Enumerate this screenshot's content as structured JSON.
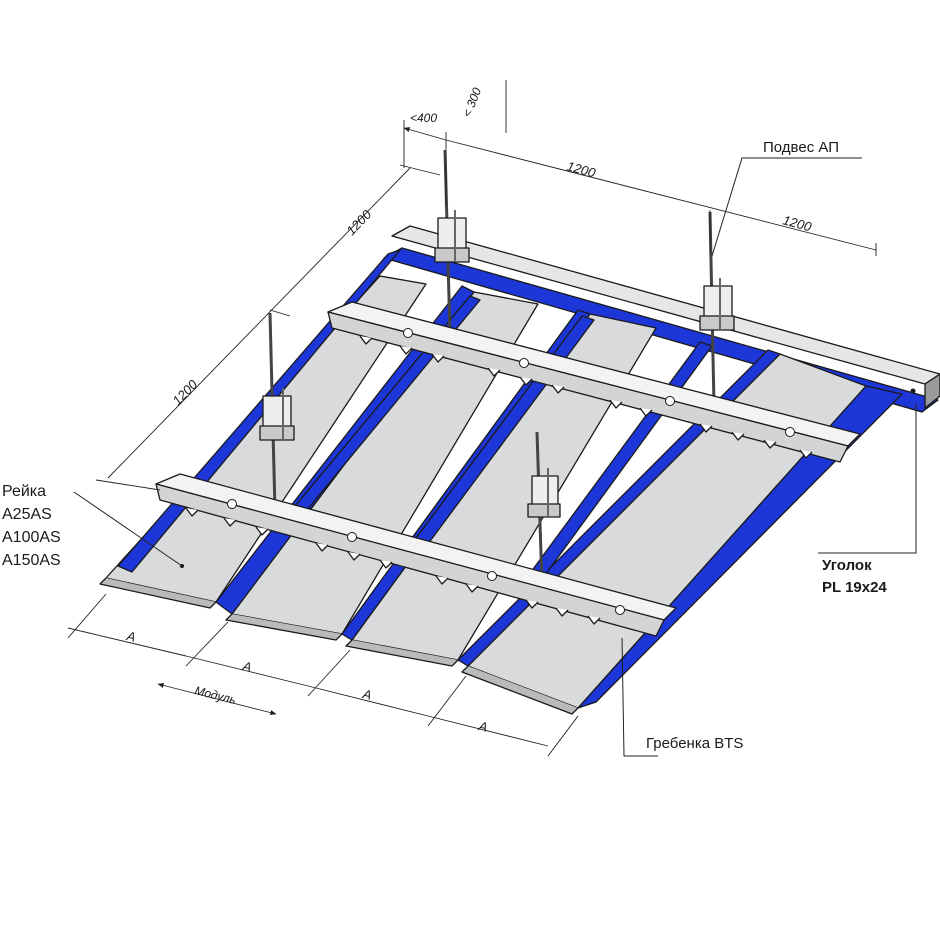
{
  "labels": {
    "hanger": "Подвес АП",
    "panel_title": "Рейка",
    "panel_models": [
      "A25AS",
      "A100AS",
      "A150AS"
    ],
    "angle_title": "Уголок",
    "angle_model": "PL 19x24",
    "carrier": "Гребенка BTS"
  },
  "dimensions": {
    "offset_400": "<400",
    "offset_300": "< 300",
    "span_top": "1200",
    "span_right": "1200",
    "span_left_upper": "1200",
    "span_left_lower": "1200",
    "a1": "A",
    "a2": "A",
    "a3": "A",
    "a4": "A",
    "module": "Модуль"
  },
  "colors": {
    "panel_fill": "#d9dadc",
    "profile_blue": "#1d36d8",
    "profile_blue_dark": "#0c1c8e",
    "metal_light": "#f4f4f4",
    "metal_shade": "#c9c9c9",
    "line": "#1a1a1a"
  }
}
